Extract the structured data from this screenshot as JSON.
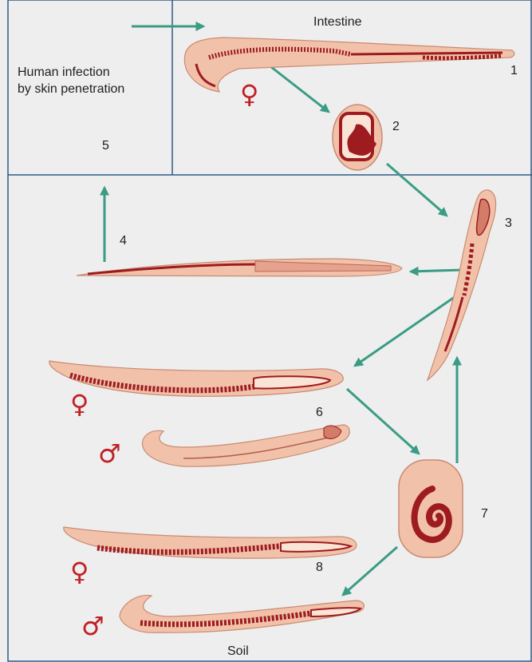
{
  "labels": {
    "intestine": "Intestine",
    "soil": "Soil",
    "infection": "Human infection\nby skin penetration"
  },
  "stage_numbers": [
    "1",
    "2",
    "3",
    "4",
    "5",
    "6",
    "7",
    "8"
  ],
  "symbols": {
    "female": "♀",
    "male": "♂"
  },
  "colors": {
    "background": "#eeeeef",
    "border": "#2e5a85",
    "arrow": "#3a9c84",
    "worm_body": "#f1c2a9",
    "worm_outline": "#c98a72",
    "organ": "#9e1b1f",
    "symbol": "#c02025"
  }
}
